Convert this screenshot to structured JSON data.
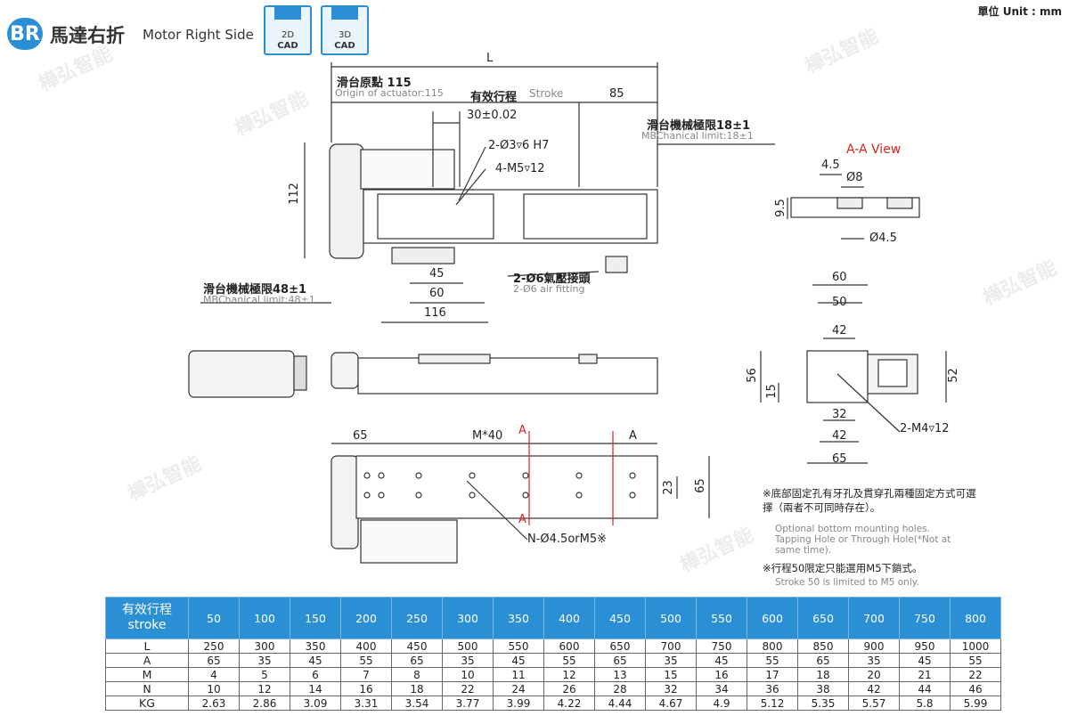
{
  "header": {
    "badge": "BR",
    "title_zh": "馬達右折",
    "title_en": "Motor Right Side",
    "cad_2d": {
      "line1": "2D",
      "line2": "CAD"
    },
    "cad_3d": {
      "line1": "3D",
      "line2": "CAD"
    },
    "unit": "單位 Unit : mm"
  },
  "top_view": {
    "L": "L",
    "origin_zh": "滑台原點 115",
    "origin_en": "Origin of actuator:115",
    "stroke_label_zh": "有效行程",
    "stroke_label_en": "Stroke",
    "d85": "85",
    "d30": "30±0.02",
    "limit18_zh": "滑台機械極限18±1",
    "limit18_en": "MBChanical limit:18±1",
    "hole_a": "2-Ø3▿6 H7",
    "hole_b": "4-M5▿12",
    "d112": "112",
    "d45": "45",
    "d60": "60",
    "d116": "116",
    "air_zh": "2-Ø6氣壓接頭",
    "air_en": "2-Ø6 air fitting",
    "limit48_zh": "滑台機械極限48±1",
    "limit48_en": "MBChanical limit:48±1"
  },
  "aa_view": {
    "title": "A-A View",
    "d4_5": "4.5",
    "d8": "Ø8",
    "d9_5": "9.5",
    "d4_5b": "Ø4.5"
  },
  "end_view": {
    "d60": "60",
    "d50": "50",
    "d42": "42",
    "d56": "56",
    "d15": "15",
    "d52": "52",
    "d32": "32",
    "d42b": "42",
    "d65": "65",
    "hole": "2-M4▿12"
  },
  "bottom_view": {
    "d65": "65",
    "m40": "M*40",
    "a_label": "A",
    "a_sec1": "A",
    "a_sec2": "A",
    "d23": "23",
    "d65v": "65",
    "holes": "N-Ø4.5orM5※"
  },
  "notes": {
    "n1_zh": "※底部固定孔有牙孔及貫穿孔兩種固定方式可選擇（兩者不可同時存在）。",
    "n1_en": "Optional bottom mounting holes. Tapping Hole or Through Hole(*Not at same time).",
    "n2_zh": "※行程50限定只能選用M5下鎖式。",
    "n2_en": "Stroke 50 is limited to M5 only."
  },
  "watermark": "樺弘智能",
  "table": {
    "header_zh": "有效行程",
    "header_en": "stroke",
    "strokes": [
      "50",
      "100",
      "150",
      "200",
      "250",
      "300",
      "350",
      "400",
      "450",
      "500",
      "550",
      "600",
      "650",
      "700",
      "750",
      "800"
    ],
    "rows": [
      {
        "label": "L",
        "values": [
          "250",
          "300",
          "350",
          "400",
          "450",
          "500",
          "550",
          "600",
          "650",
          "700",
          "750",
          "800",
          "850",
          "900",
          "950",
          "1000"
        ]
      },
      {
        "label": "A",
        "values": [
          "65",
          "35",
          "45",
          "55",
          "65",
          "35",
          "45",
          "55",
          "65",
          "35",
          "45",
          "55",
          "65",
          "35",
          "45",
          "55"
        ]
      },
      {
        "label": "M",
        "values": [
          "4",
          "5",
          "6",
          "7",
          "8",
          "10",
          "11",
          "12",
          "13",
          "15",
          "16",
          "17",
          "18",
          "20",
          "21",
          "22"
        ]
      },
      {
        "label": "N",
        "values": [
          "10",
          "12",
          "14",
          "16",
          "18",
          "22",
          "24",
          "26",
          "28",
          "32",
          "34",
          "36",
          "38",
          "42",
          "44",
          "46"
        ]
      },
      {
        "label": "KG",
        "values": [
          "2.63",
          "2.86",
          "3.09",
          "3.31",
          "3.54",
          "3.77",
          "3.99",
          "4.22",
          "4.44",
          "4.67",
          "4.9",
          "5.12",
          "5.35",
          "5.57",
          "5.8",
          "5.99"
        ]
      }
    ]
  }
}
